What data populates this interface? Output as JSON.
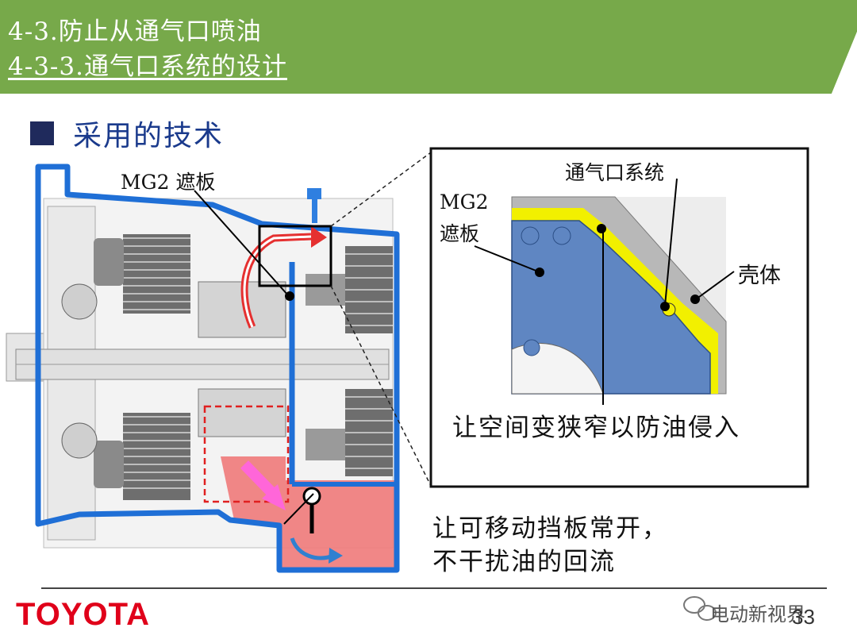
{
  "header": {
    "title_line1": "4-3.防止从通气口喷油",
    "title_line2": "4-3-3.通气口系统的设计",
    "bg_color": "#77a94a"
  },
  "section": {
    "title": "采用的技术",
    "bullet_color": "#1f2a5c"
  },
  "diagram": {
    "label_mg2_cover": "MG2 遮板",
    "callout": {
      "label_vent": "通气口系统",
      "label_mg2_line1": "MG2",
      "label_mg2_line2": "遮板",
      "label_housing": "壳体",
      "caption": "让空间变狭窄以防油侵入"
    },
    "caption_line1": "让可移动挡板常开，",
    "caption_line2": "不干扰油的回流",
    "colors": {
      "housing_outline": "#1f6fd6",
      "oil_zone": "#f07a7a",
      "vent_gap": "#f2f000",
      "mg2_cover": "#5f86c2",
      "housing": "#b8b8b8"
    }
  },
  "footer": {
    "logo": "TOYOTA",
    "watermark": "电动新视界",
    "page": "33"
  }
}
